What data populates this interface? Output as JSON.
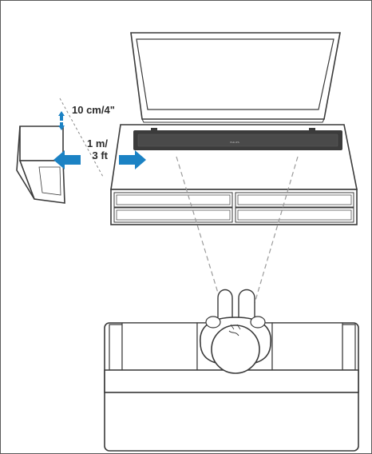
{
  "labels": {
    "top_clearance": "10 cm/4\"",
    "side_distance_line1": "1 m/",
    "side_distance_line2": "3 ft"
  },
  "soundbar_brand": "PHILIPS",
  "colors": {
    "line": "#3a3a3a",
    "arrow": "#1b82c4",
    "fill": "#ffffff",
    "soundbar": "#3b3b3b",
    "beam": "#9a9a9a"
  }
}
